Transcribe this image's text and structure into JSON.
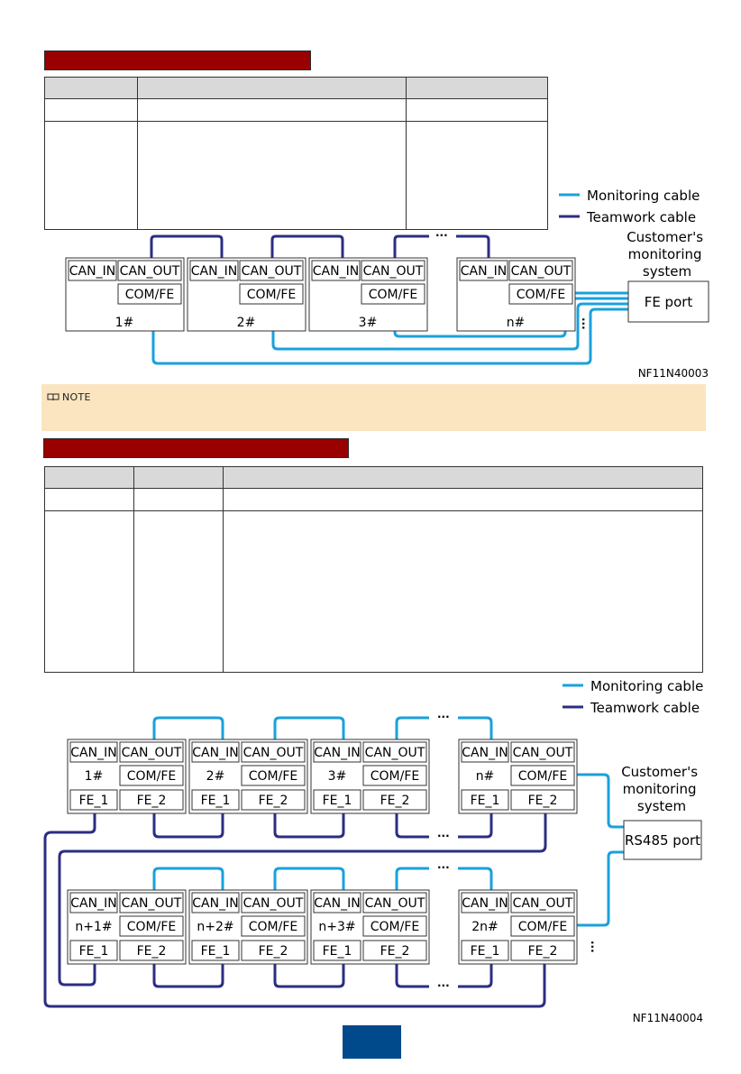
{
  "note": {
    "label": "NOTE"
  },
  "legend": {
    "monitoring": "Monitoring cable",
    "teamwork": "Teamwork cable"
  },
  "colors": {
    "monitoring": "#1aa1dc",
    "teamwork": "#2b2e83",
    "section_bar": "#990000",
    "note_bg": "#fbe5c0",
    "page_block": "#004a8c"
  },
  "ports": {
    "can_in": "CAN_IN",
    "can_out": "CAN_OUT",
    "com_fe": "COM/FE",
    "fe_1": "FE_1",
    "fe_2": "FE_2"
  },
  "ellipsis": "···",
  "diagram1": {
    "units": [
      "1#",
      "2#",
      "3#",
      "n#"
    ],
    "customer": "Customer's monitoring system",
    "port": "FE port",
    "figure_id": "NF11N40003"
  },
  "diagram2": {
    "row1": [
      "1#",
      "2#",
      "3#",
      "n#"
    ],
    "row2": [
      "n+1#",
      "n+2#",
      "n+3#",
      "2n#"
    ],
    "customer": "Customer's monitoring system",
    "port": "RS485 port",
    "figure_id": "NF11N40004"
  }
}
